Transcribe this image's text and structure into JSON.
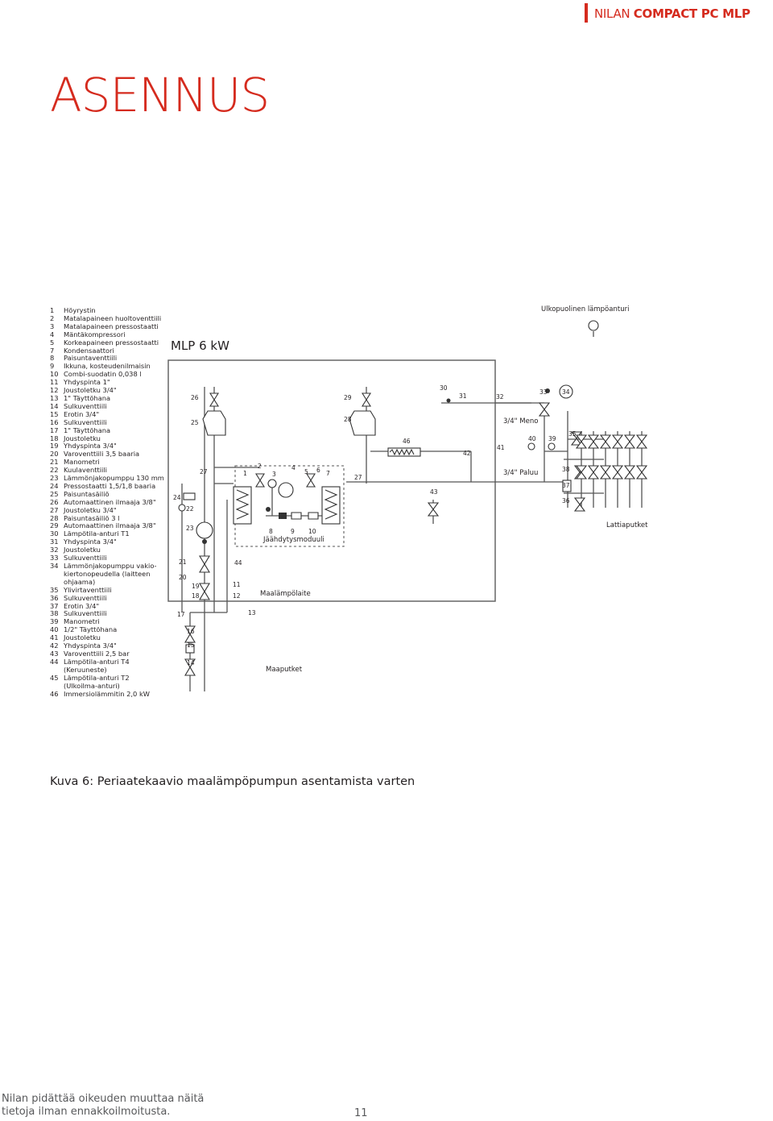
{
  "header": {
    "brand": "NILAN",
    "product": "COMPACT PC MLP"
  },
  "page_title": "ASENNUS",
  "legend": [
    {
      "num": "1",
      "text": "Höyrystin"
    },
    {
      "num": "2",
      "text": "Matalapaineen huoltoventtiili"
    },
    {
      "num": "3",
      "text": "Matalapaineen pressostaatti"
    },
    {
      "num": "4",
      "text": "Mäntäkompressori"
    },
    {
      "num": "5",
      "text": "Korkeapaineen pressostaatti"
    },
    {
      "num": "7",
      "text": "Kondensaattori"
    },
    {
      "num": "8",
      "text": "Paisuntaventtiili"
    },
    {
      "num": "9",
      "text": "Ikkuna, kosteudenilmaisin"
    },
    {
      "num": "10",
      "text": "Combi-suodatin 0,038 l"
    },
    {
      "num": "11",
      "text": "Yhdyspinta 1\""
    },
    {
      "num": "12",
      "text": "Joustoletku 3/4\""
    },
    {
      "num": "13",
      "text": "1\" Täyttöhana"
    },
    {
      "num": "14",
      "text": "Sulkuventtiili"
    },
    {
      "num": "15",
      "text": "Erotin 3/4\""
    },
    {
      "num": "16",
      "text": "Sulkuventtiili"
    },
    {
      "num": "17",
      "text": "1\" Täyttöhana"
    },
    {
      "num": "18",
      "text": "Joustoletku"
    },
    {
      "num": "19",
      "text": "Yhdyspinta 3/4\""
    },
    {
      "num": "20",
      "text": "Varoventtiili 3,5 baaria"
    },
    {
      "num": "21",
      "text": "Manometri"
    },
    {
      "num": "22",
      "text": "Kuulaventtiili"
    },
    {
      "num": "23",
      "text": "Lämmönjakopumppu 130 mm"
    },
    {
      "num": "24",
      "text": "Pressostaatti 1,5/1,8 baaria"
    },
    {
      "num": "25",
      "text": "Paisuntasäiliö"
    },
    {
      "num": "26",
      "text": "Automaattinen ilmaaja 3/8\""
    },
    {
      "num": "27",
      "text": "Joustoletku 3/4\""
    },
    {
      "num": "28",
      "text": "Paisuntasäiliö 3 l"
    },
    {
      "num": "29",
      "text": "Automaattinen ilmaaja 3/8\""
    },
    {
      "num": "30",
      "text": "Lämpötila-anturi T1"
    },
    {
      "num": "31",
      "text": "Yhdyspinta 3/4\""
    },
    {
      "num": "32",
      "text": "Joustoletku"
    },
    {
      "num": "33",
      "text": "Sulkuventtiili"
    },
    {
      "num": "34",
      "text": "Lämmönjakopumppu vakio-"
    },
    {
      "num": "",
      "text": "kiertonopeudella (laitteen"
    },
    {
      "num": "",
      "text": "ohjaama)"
    },
    {
      "num": "35",
      "text": "Ylivirtaventtiili"
    },
    {
      "num": "36",
      "text": "Sulkuventtiili"
    },
    {
      "num": "37",
      "text": "Erotin 3/4\""
    },
    {
      "num": "38",
      "text": "Sulkuventtiili"
    },
    {
      "num": "39",
      "text": "Manometri"
    },
    {
      "num": "40",
      "text": "1/2\" Täyttöhana"
    },
    {
      "num": "41",
      "text": "Joustoletku"
    },
    {
      "num": "42",
      "text": "Yhdyspinta 3/4\""
    },
    {
      "num": "43",
      "text": "Varoventtiili 2,5 bar"
    },
    {
      "num": "44",
      "text": "Lämpötila-anturi T4"
    },
    {
      "num": "",
      "text": "(Keruuneste)"
    },
    {
      "num": "45",
      "text": "Lämpötila-anturi T2"
    },
    {
      "num": "",
      "text": "(Ulkoilma-anturi)"
    },
    {
      "num": "46",
      "text": "Immersiolämmitin 2,0 kW"
    }
  ],
  "diagram": {
    "unit_title": "MLP 6 kW",
    "outdoor_sensor": "Ulkopuolinen lämpöanturi",
    "supply": "3/4\" Meno",
    "return": "3/4\" Paluu",
    "floor_pipes": "Lattiaputket",
    "cooling_module": "Jäähdytysmoduuli",
    "heat_pump": "Maalämpölaite",
    "ground_pipes": "Maaputket",
    "numbers": {
      "n1": "1",
      "n2": "2",
      "n3": "3",
      "n4": "4",
      "n5": "5",
      "n6": "6",
      "n7": "7",
      "n8": "8",
      "n9": "9",
      "n10": "10",
      "n11": "11",
      "n12": "12",
      "n13": "13",
      "n14": "14",
      "n15": "15",
      "n16": "16",
      "n17": "17",
      "n18": "18",
      "n19": "19",
      "n20": "20",
      "n21": "21",
      "n22": "22",
      "n23": "23",
      "n24": "24",
      "n25": "25",
      "n26": "26",
      "n27": "27",
      "n27b": "27",
      "n28": "28",
      "n29": "29",
      "n30": "30",
      "n31": "31",
      "n32": "32",
      "n33": "33",
      "n34": "34",
      "n35": "35",
      "n36": "36",
      "n37": "37",
      "n38": "38",
      "n39": "39",
      "n40": "40",
      "n41": "41",
      "n42": "42",
      "n43": "43",
      "n44": "44",
      "n46": "46"
    }
  },
  "caption": "Kuva 6: Periaatekaavio maalämpöpumpun asentamista varten",
  "footer": {
    "line1": "Nilan pidättää oikeuden muuttaa näitä",
    "line2": "tietoja ilman ennakkoilmoitusta."
  },
  "page_number": "11",
  "colors": {
    "accent": "#d52b1e",
    "text": "#231f20",
    "line": "#555555"
  }
}
